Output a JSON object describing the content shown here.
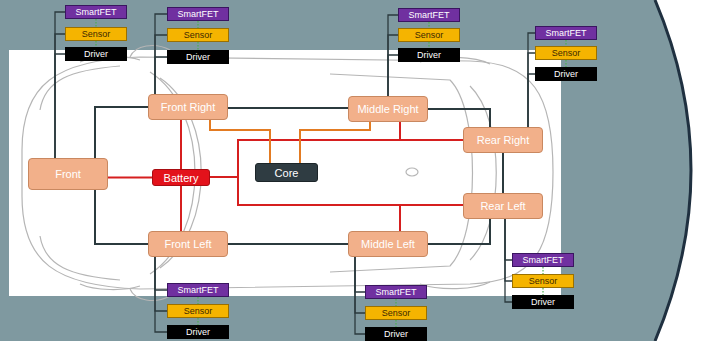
{
  "diagram": {
    "nodes": [
      {
        "text": [
          "SmartFET"
        ]
      },
      {
        "text": [
          "Sensor"
        ]
      },
      {
        "text": [
          "Driver"
        ]
      },
      {
        "text": [
          "SmartFET"
        ]
      },
      {
        "text": [
          "Sensor"
        ]
      },
      {
        "text": [
          "Driver"
        ]
      },
      {
        "text": [
          "SmartFET"
        ]
      },
      {
        "text": [
          "Sensor"
        ]
      },
      {
        "text": [
          "Driver"
        ]
      },
      {
        "text": [
          "SmartFET"
        ]
      },
      {
        "text": [
          "Sensor"
        ]
      },
      {
        "text": [
          "Driver"
        ]
      },
      {
        "text": [
          "Front"
        ]
      },
      {
        "text": [
          "Front Right"
        ]
      },
      {
        "text": [
          "Middle Right"
        ]
      },
      {
        "text": [
          "Rear Right"
        ]
      },
      {
        "text": [
          "Battery"
        ]
      },
      {
        "text": [
          "Core"
        ]
      },
      {
        "text": [
          "Rear Left"
        ]
      },
      {
        "text": [
          "Front Left"
        ]
      },
      {
        "text": [
          "Middle Left"
        ]
      },
      {
        "text": [
          "SmartFET"
        ]
      },
      {
        "text": [
          "Sensor"
        ]
      },
      {
        "text": [
          "Driver"
        ]
      },
      {
        "text": [
          "SmartFET"
        ]
      },
      {
        "text": [
          "Sensor"
        ]
      },
      {
        "text": [
          "Driver"
        ]
      },
      {
        "text": [
          "SmartFET"
        ]
      },
      {
        "text": [
          "Sensor"
        ]
      },
      {
        "text": [
          "Driver"
        ]
      }
    ],
    "edges": [
      {
        "from": 12,
        "to": 0,
        "arrow": "none"
      },
      {
        "from": 12,
        "to": 1,
        "arrow": "none"
      },
      {
        "from": 12,
        "to": 2,
        "arrow": "none"
      },
      {
        "from": 13,
        "to": 3,
        "arrow": "none"
      },
      {
        "from": 13,
        "to": 4,
        "arrow": "none"
      },
      {
        "from": 13,
        "to": 5,
        "arrow": "none"
      },
      {
        "from": 14,
        "to": 6,
        "arrow": "none"
      },
      {
        "from": 14,
        "to": 7,
        "arrow": "none"
      },
      {
        "from": 14,
        "to": 8,
        "arrow": "none"
      },
      {
        "from": 15,
        "to": 9,
        "arrow": "none"
      },
      {
        "from": 15,
        "to": 10,
        "arrow": "none"
      },
      {
        "from": 15,
        "to": 11,
        "arrow": "none"
      },
      {
        "from": 18,
        "to": 21,
        "arrow": "none"
      },
      {
        "from": 18,
        "to": 22,
        "arrow": "none"
      },
      {
        "from": 18,
        "to": 23,
        "arrow": "none"
      },
      {
        "from": 19,
        "to": 24,
        "arrow": "none"
      },
      {
        "from": 19,
        "to": 25,
        "arrow": "none"
      },
      {
        "from": 19,
        "to": 26,
        "arrow": "none"
      },
      {
        "from": 20,
        "to": 27,
        "arrow": "none"
      },
      {
        "from": 20,
        "to": 28,
        "arrow": "none"
      },
      {
        "from": 20,
        "to": 29,
        "arrow": "none"
      },
      {
        "from": 12,
        "to": 13,
        "arrow": "none"
      },
      {
        "from": 12,
        "to": 19,
        "arrow": "none"
      },
      {
        "from": 13,
        "to": 14,
        "arrow": "none"
      },
      {
        "from": 14,
        "to": 15,
        "arrow": "none"
      },
      {
        "from": 19,
        "to": 20,
        "arrow": "none"
      },
      {
        "from": 20,
        "to": 18,
        "arrow": "none"
      },
      {
        "from": 15,
        "to": 18,
        "arrow": "none"
      },
      {
        "from": 16,
        "to": 12,
        "arrow": "none"
      },
      {
        "from": 16,
        "to": 13,
        "arrow": "none"
      },
      {
        "from": 16,
        "to": 19,
        "arrow": "none"
      },
      {
        "from": 16,
        "to": 15,
        "arrow": "none"
      },
      {
        "from": 16,
        "to": 18,
        "arrow": "none"
      },
      {
        "from": 16,
        "to": 14,
        "arrow": "none"
      },
      {
        "from": 16,
        "to": 20,
        "arrow": "none"
      },
      {
        "from": 17,
        "to": 13,
        "arrow": "none"
      },
      {
        "from": 17,
        "to": 14,
        "arrow": "none"
      },
      {
        "from": 0,
        "to": 1,
        "arrow": "none"
      },
      {
        "from": 1,
        "to": 2,
        "arrow": "none"
      },
      {
        "from": 3,
        "to": 4,
        "arrow": "none"
      },
      {
        "from": 4,
        "to": 5,
        "arrow": "none"
      },
      {
        "from": 6,
        "to": 7,
        "arrow": "none"
      },
      {
        "from": 7,
        "to": 8,
        "arrow": "none"
      },
      {
        "from": 9,
        "to": 10,
        "arrow": "none"
      },
      {
        "from": 10,
        "to": 11,
        "arrow": "none"
      },
      {
        "from": 21,
        "to": 22,
        "arrow": "none"
      },
      {
        "from": 22,
        "to": 23,
        "arrow": "none"
      },
      {
        "from": 24,
        "to": 25,
        "arrow": "none"
      },
      {
        "from": 25,
        "to": 26,
        "arrow": "none"
      },
      {
        "from": 27,
        "to": 28,
        "arrow": "none"
      },
      {
        "from": 28,
        "to": 29,
        "arrow": "none"
      }
    ]
  }
}
